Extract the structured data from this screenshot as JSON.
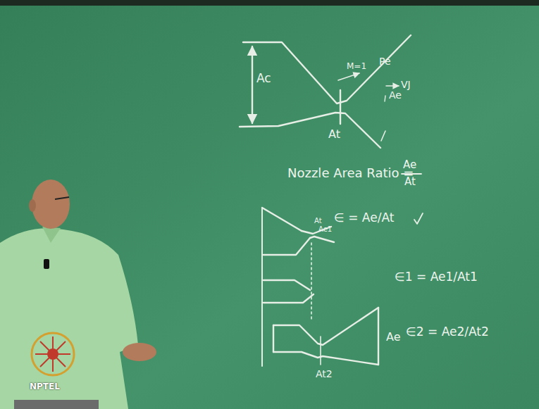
{
  "diagram": {
    "labels": [
      "Ac",
      "M=1",
      "At",
      "Pe",
      "VJ",
      "Ae",
      "Nozzle Area Ratio =",
      "Ae",
      "At",
      "∈ = Ae/At",
      "At",
      "Ae1",
      "∈1 = Ae1/At1",
      "At2",
      "∈2 = Ae2/At2",
      "Ae",
      "NPTEL"
    ]
  }
}
